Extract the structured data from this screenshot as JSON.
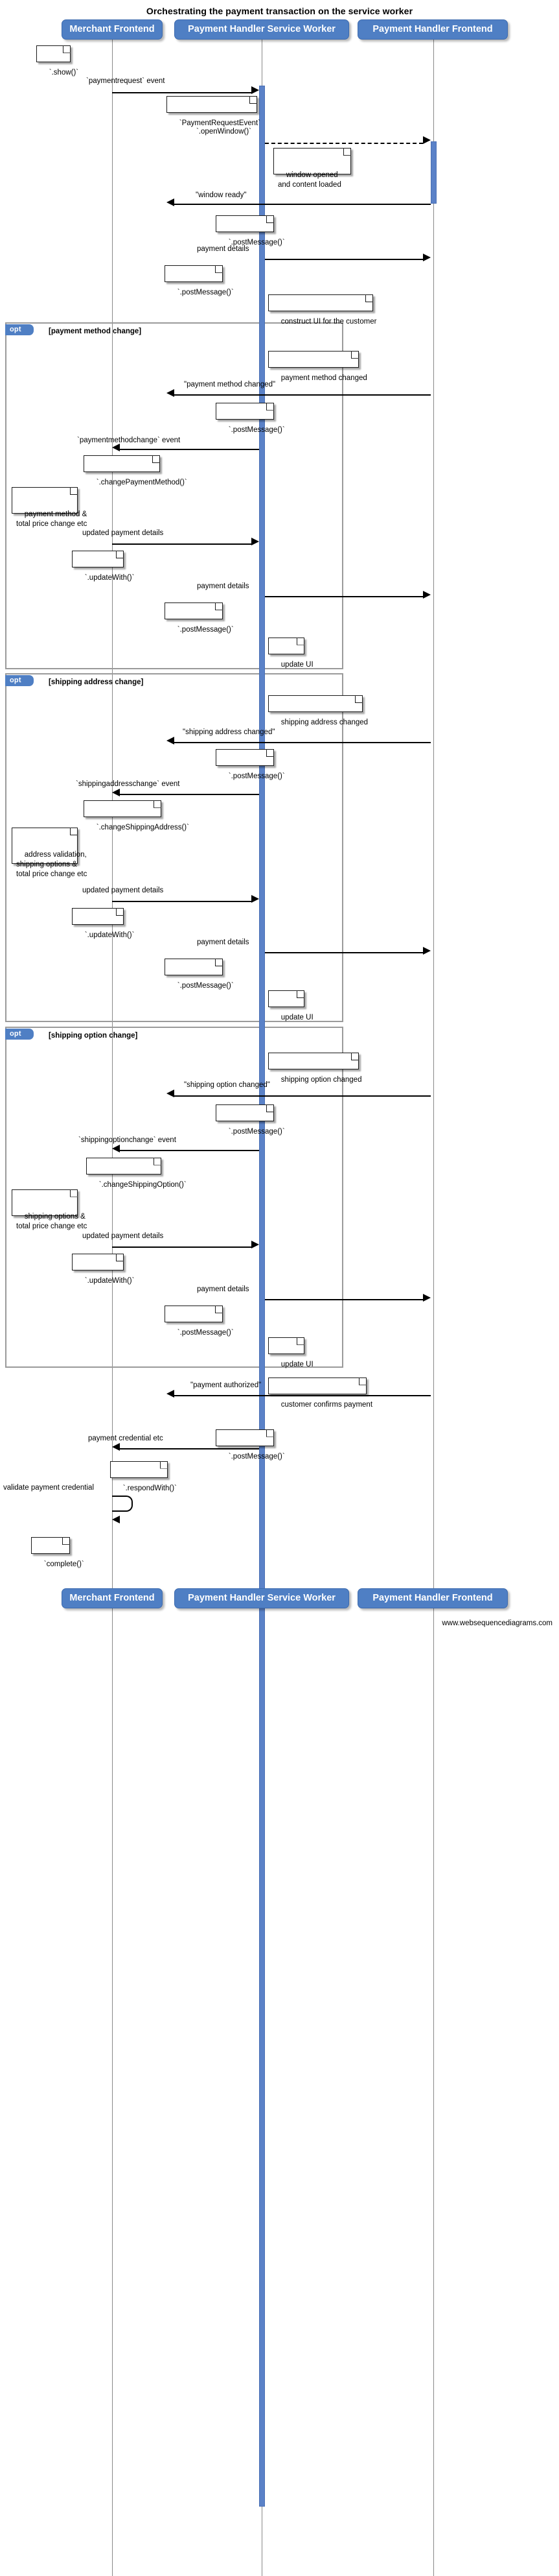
{
  "title": "Orchestrating the payment transaction on the service worker",
  "watermark": "www.websequencediagrams.com",
  "colors": {
    "actor_fill": "#4f7fc4",
    "activation_fill": "#5b82c8",
    "fragment_border": "#9a9a9a",
    "lifeline": "#888888",
    "note_fill": "#ffffff",
    "arrow": "#000000",
    "background": "#ffffff"
  },
  "actors": [
    {
      "id": "merchant",
      "label": "Merchant Frontend"
    },
    {
      "id": "sw",
      "label": "Payment Handler Service Worker"
    },
    {
      "id": "frontend",
      "label": "Payment Handler Frontend"
    }
  ],
  "actors_footer": [
    {
      "id": "merchant",
      "label": "Merchant Frontend"
    },
    {
      "id": "sw",
      "label": "Payment Handler Service Worker"
    },
    {
      "id": "frontend",
      "label": "Payment Handler Frontend"
    }
  ],
  "fragments": [
    {
      "id": "opt1",
      "tab": "opt",
      "condition": "[payment method change]"
    },
    {
      "id": "opt2",
      "tab": "opt",
      "condition": "[shipping address change]"
    },
    {
      "id": "opt3",
      "tab": "opt",
      "condition": "[shipping option change]"
    }
  ],
  "messages": [
    {
      "id": "m1",
      "label": "`paymentrequest` event",
      "from": "merchant",
      "to": "sw",
      "style": "solid"
    },
    {
      "id": "m2",
      "label": "`.openWindow()`",
      "from": "sw",
      "to": "frontend",
      "style": "dashed"
    },
    {
      "id": "m3",
      "label": "\"window ready\"",
      "from": "frontend",
      "to": "sw",
      "style": "solid"
    },
    {
      "id": "m4",
      "label": "payment details",
      "from": "sw",
      "to": "frontend",
      "style": "solid"
    },
    {
      "id": "m5",
      "label": "\"payment method changed\"",
      "from": "frontend",
      "to": "sw",
      "style": "solid"
    },
    {
      "id": "m6",
      "label": "`paymentmethodchange` event",
      "from": "sw",
      "to": "merchant",
      "style": "solid"
    },
    {
      "id": "m7",
      "label": "updated payment details",
      "from": "merchant",
      "to": "sw",
      "style": "solid"
    },
    {
      "id": "m8",
      "label": "payment details",
      "from": "sw",
      "to": "frontend",
      "style": "solid"
    },
    {
      "id": "m9",
      "label": "\"shipping address changed\"",
      "from": "frontend",
      "to": "sw",
      "style": "solid"
    },
    {
      "id": "m10",
      "label": "`shippingaddresschange` event",
      "from": "sw",
      "to": "merchant",
      "style": "solid"
    },
    {
      "id": "m11",
      "label": "updated payment details",
      "from": "merchant",
      "to": "sw",
      "style": "solid"
    },
    {
      "id": "m12",
      "label": "payment details",
      "from": "sw",
      "to": "frontend",
      "style": "solid"
    },
    {
      "id": "m13",
      "label": "\"shipping option changed\"",
      "from": "frontend",
      "to": "sw",
      "style": "solid"
    },
    {
      "id": "m14",
      "label": "`shippingoptionchange` event",
      "from": "sw",
      "to": "merchant",
      "style": "solid"
    },
    {
      "id": "m15",
      "label": "updated payment details",
      "from": "merchant",
      "to": "sw",
      "style": "solid"
    },
    {
      "id": "m16",
      "label": "payment details",
      "from": "sw",
      "to": "frontend",
      "style": "solid"
    },
    {
      "id": "m17",
      "label": "\"payment authorized\"",
      "from": "frontend",
      "to": "sw",
      "style": "solid"
    },
    {
      "id": "m18",
      "label": "payment credential etc",
      "from": "sw",
      "to": "merchant",
      "style": "solid"
    },
    {
      "id": "m19",
      "label": "validate payment credential",
      "from": "merchant",
      "to": "merchant",
      "style": "self"
    }
  ],
  "notes": [
    {
      "id": "n1",
      "text": "`.show()`"
    },
    {
      "id": "n2",
      "text": "`PaymentRequestEvent`"
    },
    {
      "id": "n3",
      "text": "window opened\nand content loaded"
    },
    {
      "id": "n4",
      "text": "`.postMessage()`"
    },
    {
      "id": "n5",
      "text": "`.postMessage()`"
    },
    {
      "id": "n6",
      "text": "construct UI for the customer"
    },
    {
      "id": "n7",
      "text": "payment method changed"
    },
    {
      "id": "n8",
      "text": "`.postMessage()`"
    },
    {
      "id": "n9",
      "text": "`.changePaymentMethod()`"
    },
    {
      "id": "n10",
      "text": "payment method &\ntotal price change etc"
    },
    {
      "id": "n11",
      "text": "`.updateWith()`"
    },
    {
      "id": "n12",
      "text": "`.postMessage()`"
    },
    {
      "id": "n13",
      "text": "update UI"
    },
    {
      "id": "n14",
      "text": "shipping address changed"
    },
    {
      "id": "n15",
      "text": "`.postMessage()`"
    },
    {
      "id": "n16",
      "text": "`.changeShippingAddress()`"
    },
    {
      "id": "n17",
      "text": "address validation,\nshipping options &\ntotal price change etc"
    },
    {
      "id": "n18",
      "text": "`.updateWith()`"
    },
    {
      "id": "n19",
      "text": "`.postMessage()`"
    },
    {
      "id": "n20",
      "text": "update UI"
    },
    {
      "id": "n21",
      "text": "shipping option changed"
    },
    {
      "id": "n22",
      "text": "`.postMessage()`"
    },
    {
      "id": "n23",
      "text": "`.changeShippingOption()`"
    },
    {
      "id": "n24",
      "text": "shipping options &\ntotal price change etc"
    },
    {
      "id": "n25",
      "text": "`.updateWith()`"
    },
    {
      "id": "n26",
      "text": "`.postMessage()`"
    },
    {
      "id": "n27",
      "text": "update UI"
    },
    {
      "id": "n28",
      "text": "customer confirms payment"
    },
    {
      "id": "n29",
      "text": "`.postMessage()`"
    },
    {
      "id": "n30",
      "text": "`.respondWith()`"
    },
    {
      "id": "n31",
      "text": "`complete()`"
    }
  ]
}
